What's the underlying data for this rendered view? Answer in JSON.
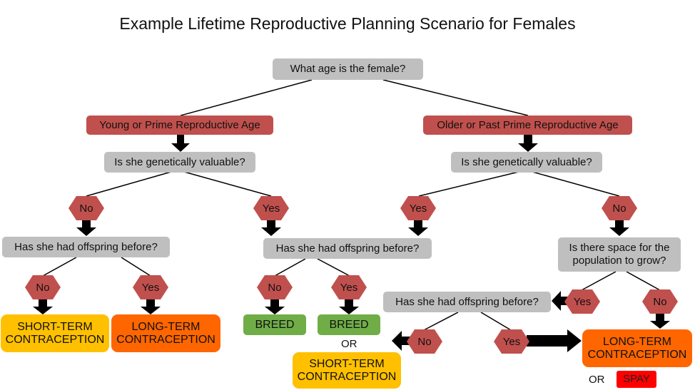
{
  "title": "Example Lifetime Reproductive Planning Scenario for Females",
  "nodes": {
    "root": "What age is the female?",
    "young": "Young or Prime Reproductive Age",
    "older": "Older or Past Prime Reproductive Age",
    "young_genetic": "Is she genetically valuable?",
    "older_genetic": "Is she genetically valuable?",
    "young_no_offspring_q": "Has she had offspring before?",
    "young_yes_offspring_q": "Has she had offspring before?",
    "older_space_q": "Is there space for the population to grow?",
    "older_offspring_q": "Has she had offspring before?"
  },
  "answers": {
    "yg_no": "No",
    "yg_yes": "Yes",
    "og_yes": "Yes",
    "og_no": "No",
    "yn_no": "No",
    "yn_yes": "Yes",
    "yy_no": "No",
    "yy_yes": "Yes",
    "space_yes": "Yes",
    "space_no": "No",
    "oo_no": "No",
    "oo_yes": "Yes"
  },
  "outcomes": {
    "short_term_1": "SHORT-TERM CONTRACEPTION",
    "long_term_1": "LONG-TERM CONTRACEPTION",
    "breed_1": "BREED",
    "breed_2": "BREED",
    "or_1": "OR",
    "short_term_2": "SHORT-TERM CONTRACEPTION",
    "long_term_2": "LONG-TERM CONTRACEPTION",
    "or_2": "OR",
    "spay": "SPAY"
  },
  "colors": {
    "question": "#bfbfbf",
    "category": "#c0504d",
    "breed": "#70ad47",
    "short_term": "#ffc000",
    "long_term": "#ff6600",
    "spay": "#ff0000"
  }
}
